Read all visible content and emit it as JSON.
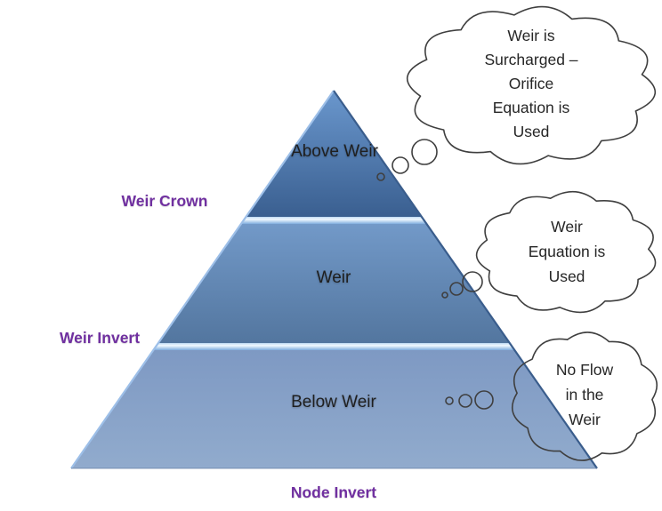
{
  "diagram": {
    "pyramid": {
      "sections": [
        {
          "label": "Above Weir"
        },
        {
          "label": "Weir"
        },
        {
          "label": "Below Weir"
        }
      ]
    },
    "levels": {
      "weir_crown": "Weir Crown",
      "weir_invert": "Weir Invert",
      "node_invert": "Node Invert"
    },
    "callouts": [
      {
        "lines": [
          "Weir is",
          "Surcharged –",
          "Orifice",
          "Equation is",
          "Used"
        ]
      },
      {
        "lines": [
          "Weir",
          "Equation is",
          "Used"
        ]
      },
      {
        "lines": [
          "No Flow",
          "in the",
          "Weir"
        ]
      }
    ]
  },
  "theme": {
    "accent-purple": "#7030a0",
    "ink": "#1f1f1f",
    "cloud-stroke": "#3f3f3f",
    "pyr1a": "#6a97cd",
    "pyr1b": "#3a5f90",
    "pyr2a": "#7299c8",
    "pyr2b": "#53769f",
    "pyr3a": "#7e99c3",
    "pyr3b": "#91abcd",
    "banda": "#bcd8f2",
    "bandb": "#f2f9ff",
    "bandc": "#7fadde",
    "edge-light": "#9dbfe8",
    "edge-dark": "#3a5d8c",
    "base-line": "#7089ad"
  }
}
